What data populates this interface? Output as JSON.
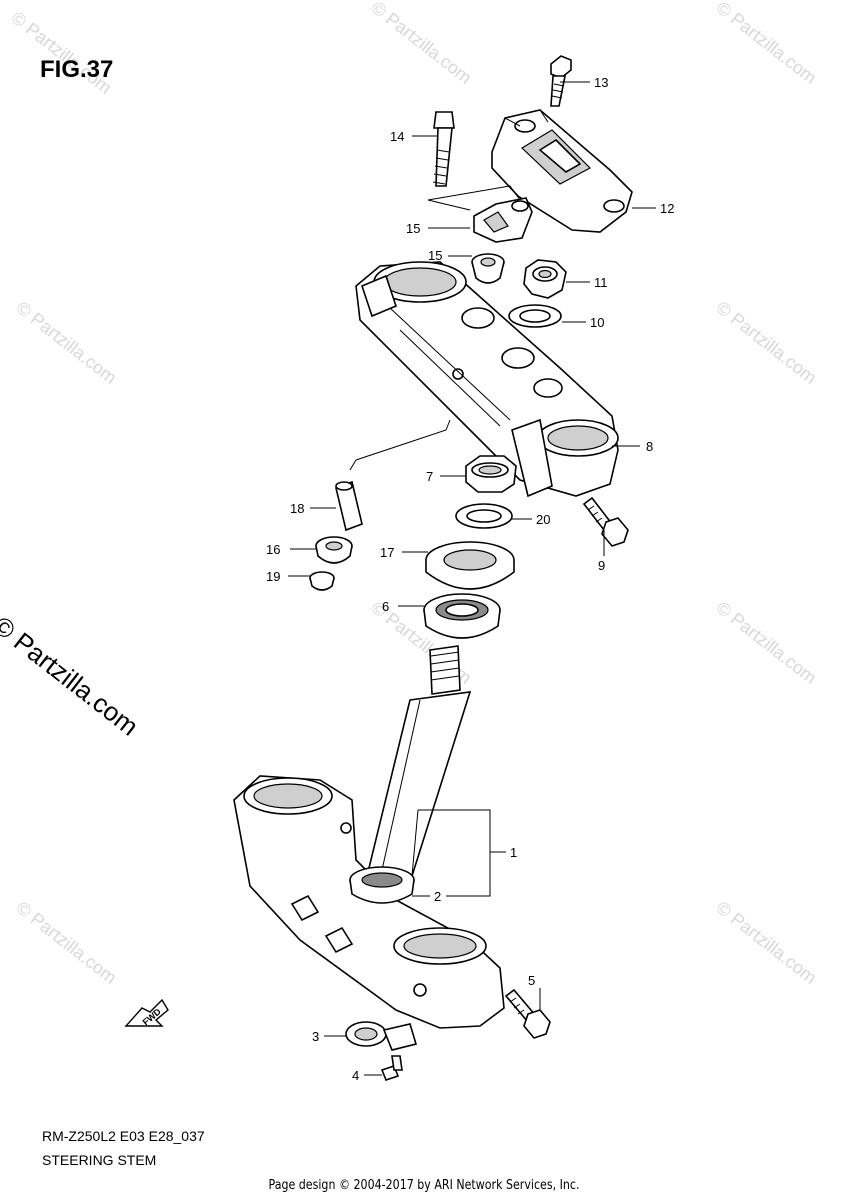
{
  "figure": {
    "title": "FIG.37",
    "model_code": "RM-Z250L2 E03 E28_037",
    "section_name": "STEERING STEM"
  },
  "footer": "Page design © 2004-2017 by ARI Network Services, Inc.",
  "watermark": {
    "side_text": "© Partzilla.com",
    "tile_text": "© Partzilla.com"
  },
  "fwd_badge": "FWD",
  "callouts": [
    {
      "id": "c1",
      "text": "1"
    },
    {
      "id": "c2",
      "text": "2"
    },
    {
      "id": "c3",
      "text": "3"
    },
    {
      "id": "c4",
      "text": "4"
    },
    {
      "id": "c5",
      "text": "5"
    },
    {
      "id": "c6",
      "text": "6"
    },
    {
      "id": "c7",
      "text": "7"
    },
    {
      "id": "c8",
      "text": "8"
    },
    {
      "id": "c9",
      "text": "9"
    },
    {
      "id": "c10",
      "text": "10"
    },
    {
      "id": "c11",
      "text": "11"
    },
    {
      "id": "c12",
      "text": "12"
    },
    {
      "id": "c13",
      "text": "13"
    },
    {
      "id": "c14",
      "text": "14"
    },
    {
      "id": "c15a",
      "text": "15"
    },
    {
      "id": "c15b",
      "text": "15"
    },
    {
      "id": "c16",
      "text": "16"
    },
    {
      "id": "c17",
      "text": "17"
    },
    {
      "id": "c18",
      "text": "18"
    },
    {
      "id": "c19",
      "text": "19"
    },
    {
      "id": "c20",
      "text": "20"
    }
  ]
}
